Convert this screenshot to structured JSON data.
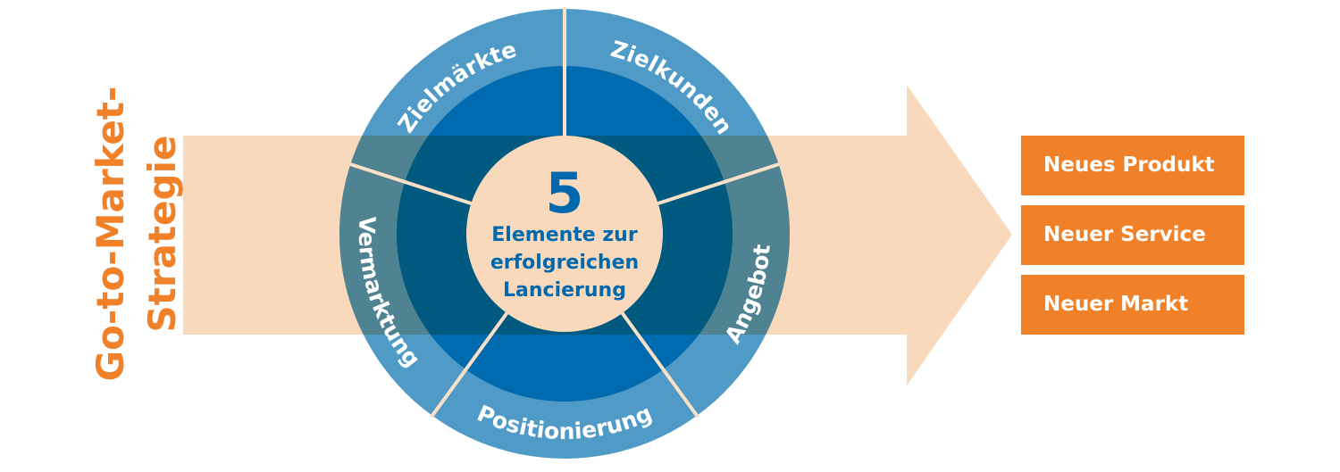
{
  "side_title": {
    "line1": "Go-to-Market-",
    "line2": "Strategie"
  },
  "center": {
    "number": "5",
    "lines": [
      "Elemente zur",
      "erfolgreichen",
      "Lancierung"
    ]
  },
  "segments": [
    {
      "label": "Zielmärkte"
    },
    {
      "label": "Zielkunden"
    },
    {
      "label": "Angebot"
    },
    {
      "label": "Positionierung"
    },
    {
      "label": "Vermarktung"
    }
  ],
  "outcomes": [
    "Neues Produkt",
    "Neuer Service",
    "Neuer Markt"
  ],
  "colors": {
    "orange": "#f08128",
    "peach": "#f9d9bc",
    "blue_outer": "#4f9ac6",
    "blue_inner": "#006aae"
  }
}
